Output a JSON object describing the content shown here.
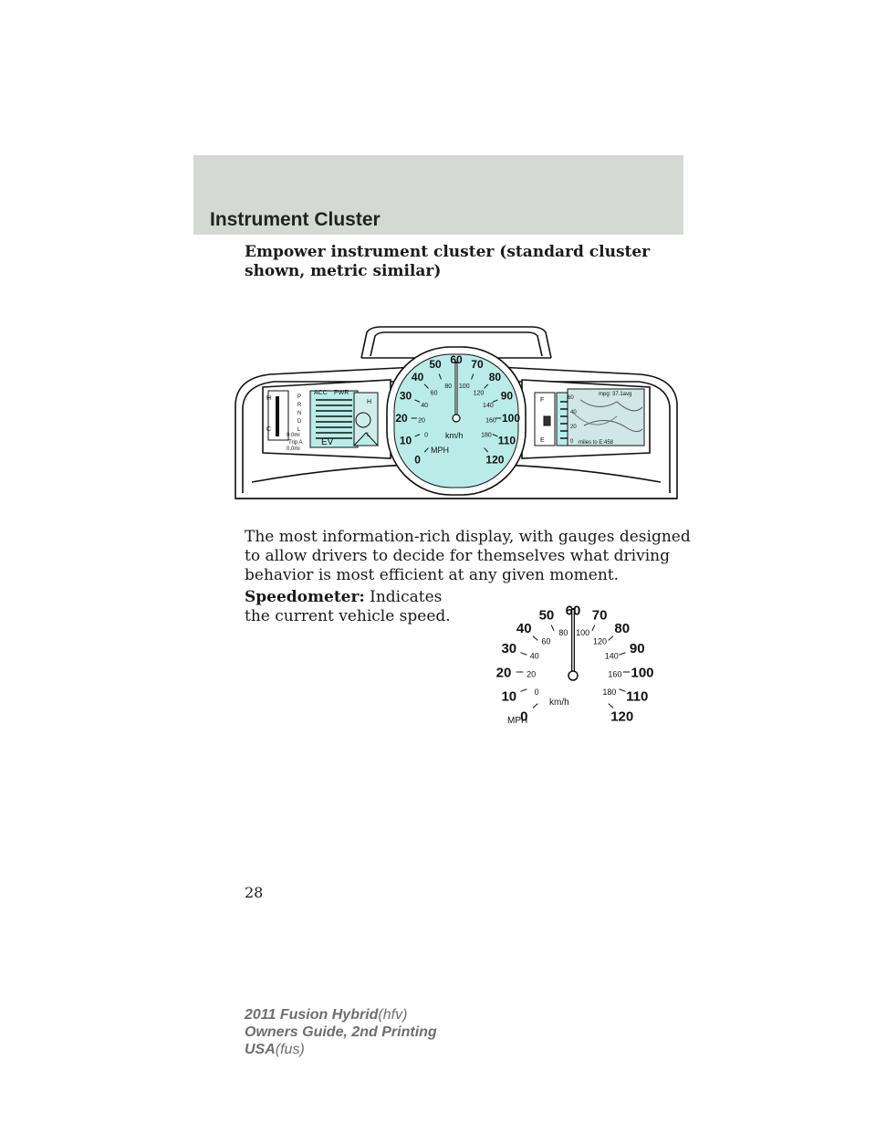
{
  "header": {
    "title": "Instrument Cluster"
  },
  "caption": "Empower instrument cluster (standard cluster shown, metric similar)",
  "cluster": {
    "mph_labels": [
      "0",
      "10",
      "20",
      "30",
      "40",
      "50",
      "60",
      "70",
      "80",
      "90",
      "100",
      "110",
      "120"
    ],
    "kmh_labels": [
      "0",
      "20",
      "40",
      "60",
      "80",
      "100",
      "120",
      "140",
      "160",
      "180"
    ],
    "mph_unit": "MPH",
    "kmh_unit": "km/h",
    "left": {
      "hot": "H",
      "cold": "C",
      "gear": [
        "P",
        "R",
        "N",
        "D",
        "L"
      ],
      "acc": "ACC",
      "pwr": "PWR",
      "ev": "EV",
      "battery_high": "H",
      "battery_low": "L",
      "odometer": "0.0mi",
      "trip_label": "Trip A",
      "trip_value": "0.0mi"
    },
    "right": {
      "full": "F",
      "empty": "E",
      "mpg_ticks": [
        "60",
        "40",
        "20",
        "0"
      ],
      "mpg_avg": "mpg: 37.1avg",
      "miles_to_e": "miles to E:458"
    }
  },
  "body_text": "The most information-rich display, with gauges designed to allow drivers to decide for themselves what driving behavior is most efficient at any given moment.",
  "definition": {
    "term": "Speedometer:",
    "text": "Indicates the current vehicle speed."
  },
  "page_number": "28",
  "footer": {
    "line1_bold": "2011 Fusion Hybrid",
    "line1_light": "(hfv)",
    "line2": "Owners Guide, 2nd Printing",
    "line3_bold": "USA",
    "line3_light": "(fus)"
  }
}
